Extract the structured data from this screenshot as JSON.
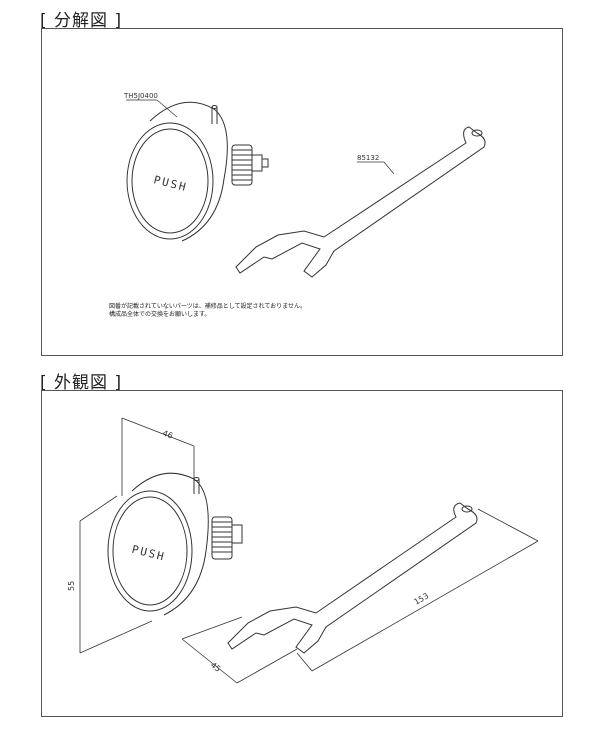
{
  "sections": {
    "exploded": {
      "title": "[ 分解図 ]",
      "part_labels": {
        "button": "TH5J0400",
        "wrench": "85132"
      },
      "button_text": "PUSH",
      "notes": [
        "図番が記載されていないパーツは、補修品として設定されておりません。",
        "構成品全体での交換をお願いします。"
      ]
    },
    "appearance": {
      "title": "[ 外観図 ]",
      "button_text": "PUSH",
      "dimensions": {
        "depth": "46",
        "diameter": "55",
        "wrench_length": "153",
        "wrench_width": "45"
      }
    }
  },
  "colors": {
    "line": "#333333",
    "border": "#555555"
  }
}
